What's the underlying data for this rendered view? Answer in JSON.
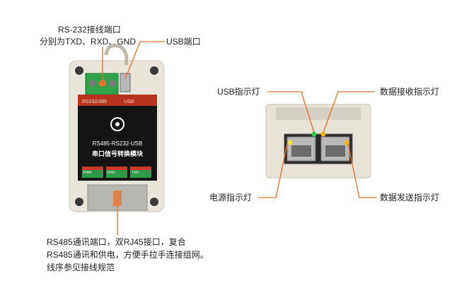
{
  "labels": {
    "rs232_port_line1": "RS-232接线端口",
    "rs232_port_line2": "分别为TXD、RXD、GND",
    "usb_port": "USB端口",
    "usb_indicator": "USB指示灯",
    "rx_indicator": "数据接收指示灯",
    "power_indicator": "电源指示灯",
    "tx_indicator": "数据发送指示灯",
    "rs485_description": "RS485通讯端口，双RJ45接口，复合RS485通讯和供电，方便手拉手连接组网。线序参见接线规范"
  },
  "device": {
    "panel_label_left": "RS232/485",
    "panel_label_right": "USB",
    "model": "RS485-RS232-USB",
    "name": "串口信号转换模块",
    "bottom_left": "PWR",
    "bottom_mid": "RXD",
    "bottom_right": "TXD"
  },
  "colors": {
    "leader_line": "#e8702a",
    "module_body": "#e6e2d8",
    "panel": "#111111",
    "terminal": "#2fa34a",
    "accent_red": "#c83a2a"
  }
}
